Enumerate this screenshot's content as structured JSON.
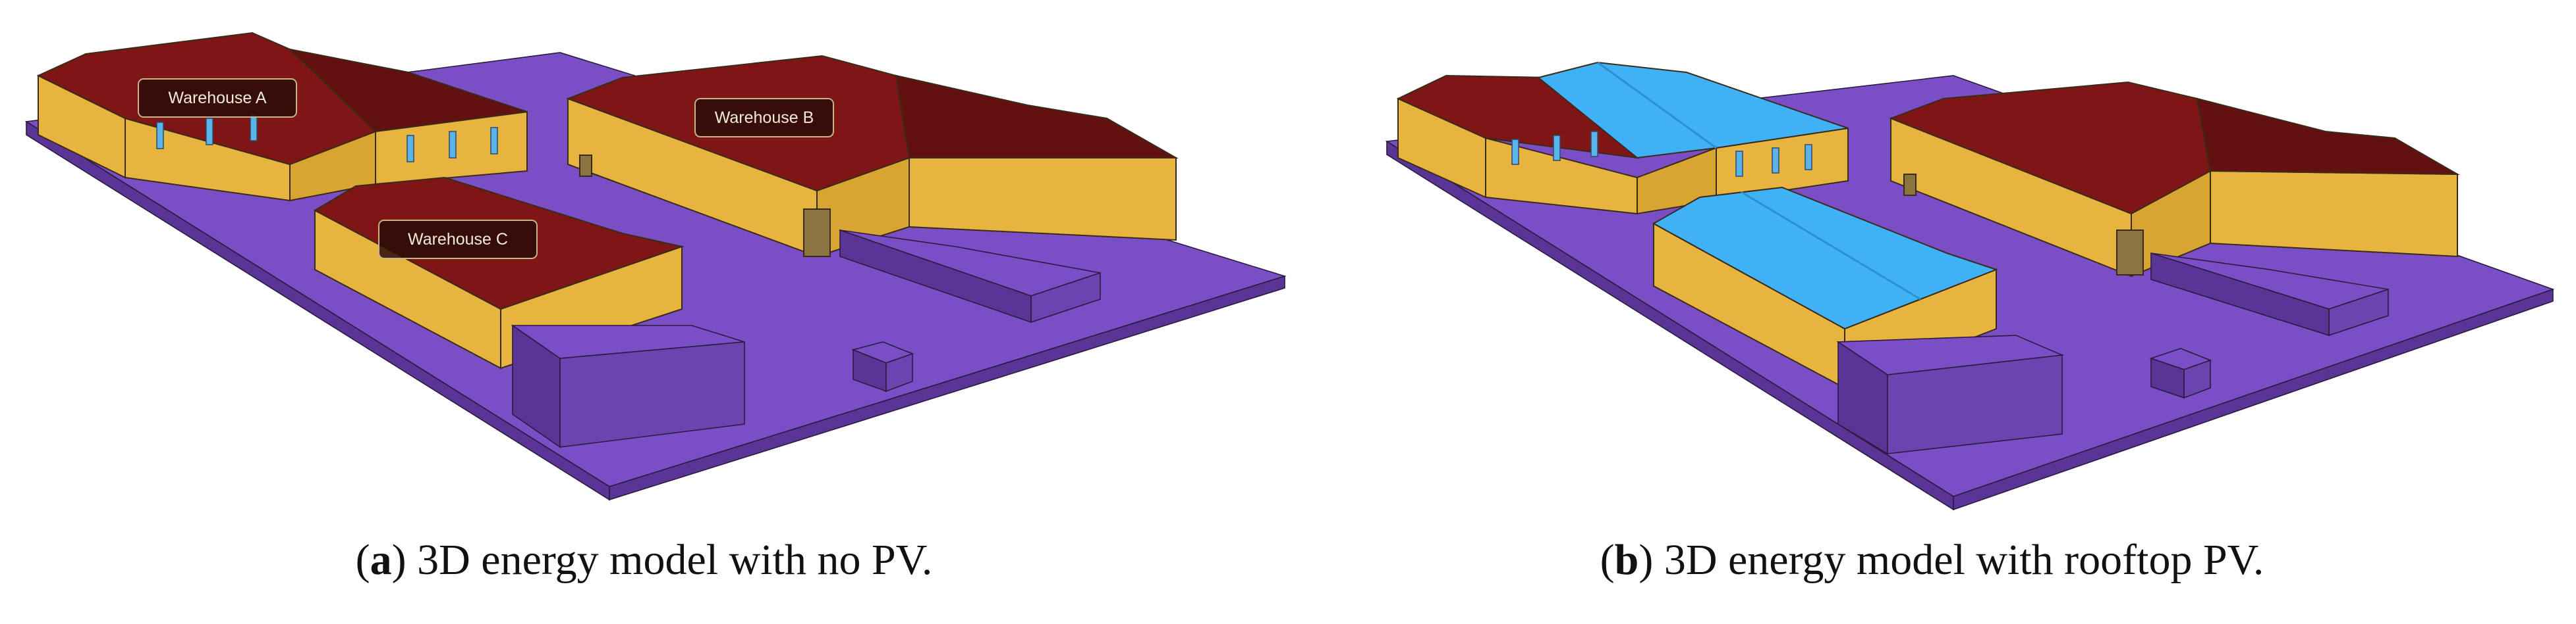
{
  "colors": {
    "ground": "#7a4ec4",
    "ground_edge": "#5a3596",
    "ground_side": "#6b44b0",
    "wall": "#e8b440",
    "wall_shade": "#d9a532",
    "roof": "#7e1616",
    "roof_dark": "#631010",
    "pv": "#3fb1f5",
    "pv_dark": "#2c8fd0",
    "window": "#5ab4e8",
    "door": "#8c7440",
    "tag_bg": "#2a0c08",
    "tag_border": "#c9b48a",
    "caption_text": "#111111"
  },
  "panels": {
    "a": {
      "caption_letter": "a",
      "caption_text": ") 3D energy model with no PV.",
      "labels": {
        "warehouse_a": "Warehouse A",
        "warehouse_b": "Warehouse B",
        "warehouse_c": "Warehouse C"
      }
    },
    "b": {
      "caption_letter": "b",
      "caption_text": ") 3D energy model with rooftop PV."
    }
  }
}
